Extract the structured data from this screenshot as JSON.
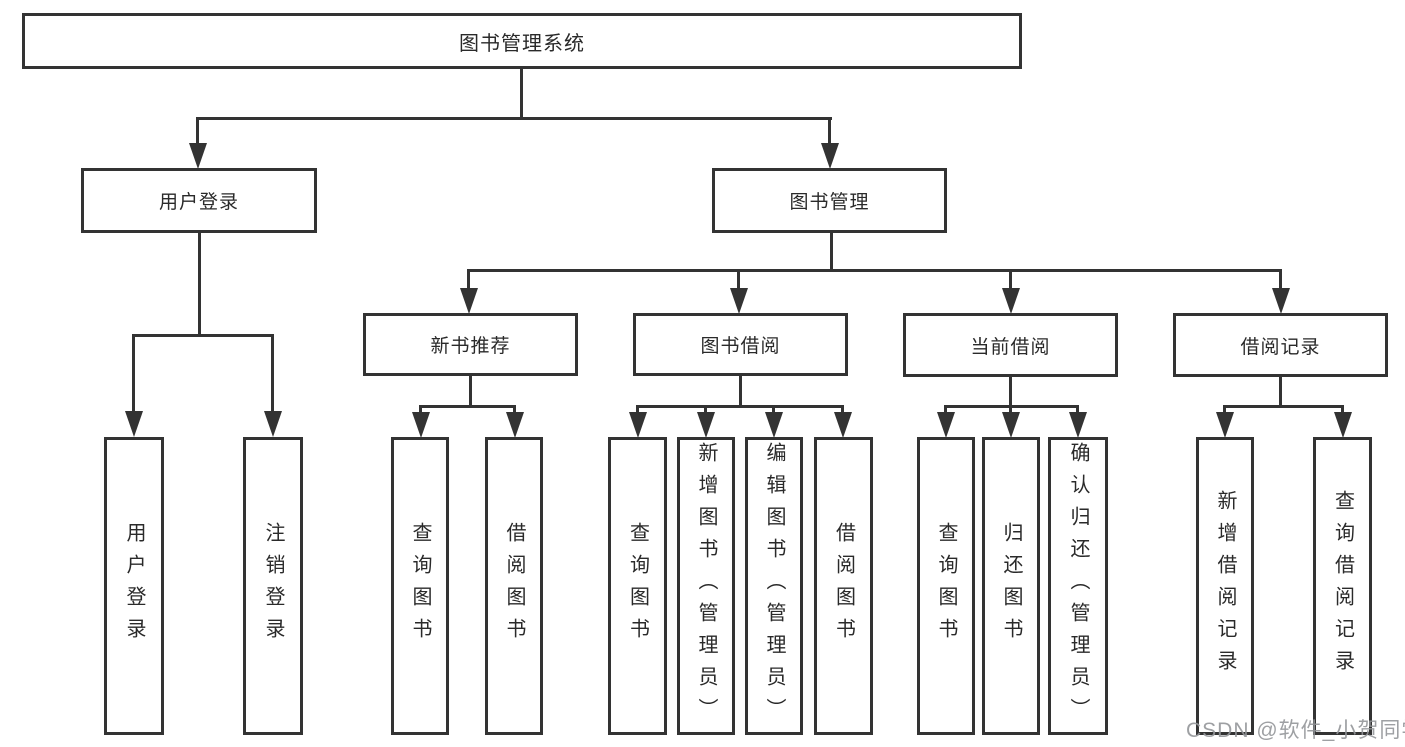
{
  "diagram": {
    "root": {
      "label": "图书管理系统"
    },
    "user_login": {
      "label": "用户登录",
      "leaves": [
        {
          "label": "用户登录"
        },
        {
          "label": "注销登录"
        }
      ]
    },
    "book_management": {
      "label": "图书管理",
      "sections": [
        {
          "label": "新书推荐",
          "leaves": [
            {
              "label": "查询图书"
            },
            {
              "label": "借阅图书"
            }
          ]
        },
        {
          "label": "图书借阅",
          "leaves": [
            {
              "label": "查询图书"
            },
            {
              "label": "新增图书（管理员）"
            },
            {
              "label": "编辑图书（管理员）"
            },
            {
              "label": "借阅图书"
            }
          ]
        },
        {
          "label": "当前借阅",
          "leaves": [
            {
              "label": "查询图书"
            },
            {
              "label": "归还图书"
            },
            {
              "label": "确认归还（管理员）"
            }
          ]
        },
        {
          "label": "借阅记录",
          "leaves": [
            {
              "label": "新增借阅记录"
            },
            {
              "label": "查询借阅记录"
            }
          ]
        }
      ]
    }
  },
  "watermark": {
    "text": "CSDN @软件_小贺同学"
  },
  "colors": {
    "line": "#333333",
    "text": "#2a2a2a",
    "background": "#ffffff",
    "watermark": "#949699"
  }
}
